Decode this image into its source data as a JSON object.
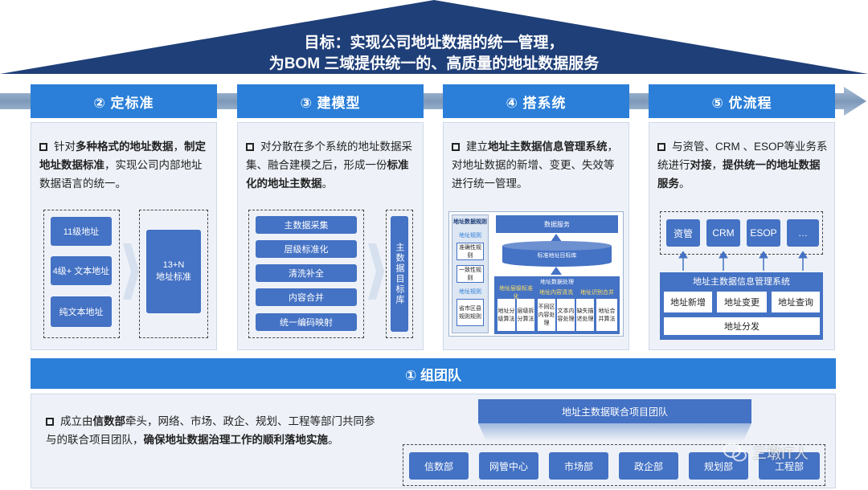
{
  "roof": {
    "line1": "目标：实现公司地址数据的统一管理，",
    "line2": "为BOM 三域提供统一的、高质量的地址数据服务"
  },
  "columns": [
    {
      "title": "②  定标准",
      "bullet_pre": "针对",
      "bullet_bold1": "多种格式的地址数据",
      "bullet_mid1": "，",
      "bullet_bold2": "制定地址数据标准",
      "bullet_mid2": "，实现公司内部地址数据语言的统一。",
      "left_items": [
        "11级地址",
        "4级+ 文本地址",
        "纯文本地址"
      ],
      "right_item": "13+N\n地址标准"
    },
    {
      "title": "③  建模型",
      "bullet_pre": "对分散在多个系统的地址数据采集、融合建模之后，形成一份",
      "bullet_bold": "标准化的地址主数据",
      "bullet_post": "。",
      "steps": [
        "主数据采集",
        "层级标准化",
        "清洗补全",
        "内容合并",
        "统一编码映射"
      ],
      "right_item": "主数据目标库"
    },
    {
      "title": "④  搭系统",
      "bullet_pre": "建立",
      "bullet_bold": "地址主数据信息管理系统",
      "bullet_post": "，对地址数据的新增、变更、失效等进行统一管理。",
      "diagram": {
        "left_title": "地址数据规则",
        "left_sub1": "地址规则",
        "left_items": [
          "准确性规则",
          "一致性规则"
        ],
        "left_sub2": "地址规则",
        "left_item3": "省市区县规则规则",
        "top_box": "数据服务",
        "cylinder": "标准地址目标库",
        "bottom_title": "地址数据处理",
        "groups": [
          "地址层级标准化",
          "地址内容清洗",
          "地址识别合并"
        ],
        "cells": [
          "地址分级算法",
          "层级拆分算法",
          "不同区内容处理",
          "文本内容处理",
          "缺失描述处理",
          "地址合并算法"
        ]
      }
    },
    {
      "title": "⑤  优流程",
      "bullet_pre": "与资管、CRM 、ESOP等业务系统进行",
      "bullet_bold1": "对接",
      "bullet_mid": "，",
      "bullet_bold2": "提供统一的地址数据服务",
      "bullet_post": "。",
      "systems": [
        "资管",
        "CRM",
        "ESOP",
        "…"
      ],
      "system_title": "地址主数据信息管理系统",
      "actions": [
        "地址新增",
        "地址变更",
        "地址查询"
      ],
      "dispatch": "地址分发"
    }
  ],
  "team": {
    "title": "①  组团队",
    "bullet_pre": "成立由",
    "bullet_bold1": "信数部",
    "bullet_mid": "牵头，网络、市场、政企、规划、工程等部门共同参与的联合项目团队，",
    "bullet_bold2": "确保地址数据治理工作的顺利落地实施",
    "bullet_post": "。",
    "project_team": "地址主数据联合项目团队",
    "departments": [
      "信数部",
      "网管中心",
      "市场部",
      "政企部",
      "规划部",
      "工程部"
    ],
    "watermark": "三墩IT人"
  },
  "colors": {
    "roof": "#1f3f78",
    "header": "#2b7fd8",
    "box_blue": "#4472c4",
    "panel_bg": "#eef2f8",
    "band": "#8ea9c8"
  }
}
